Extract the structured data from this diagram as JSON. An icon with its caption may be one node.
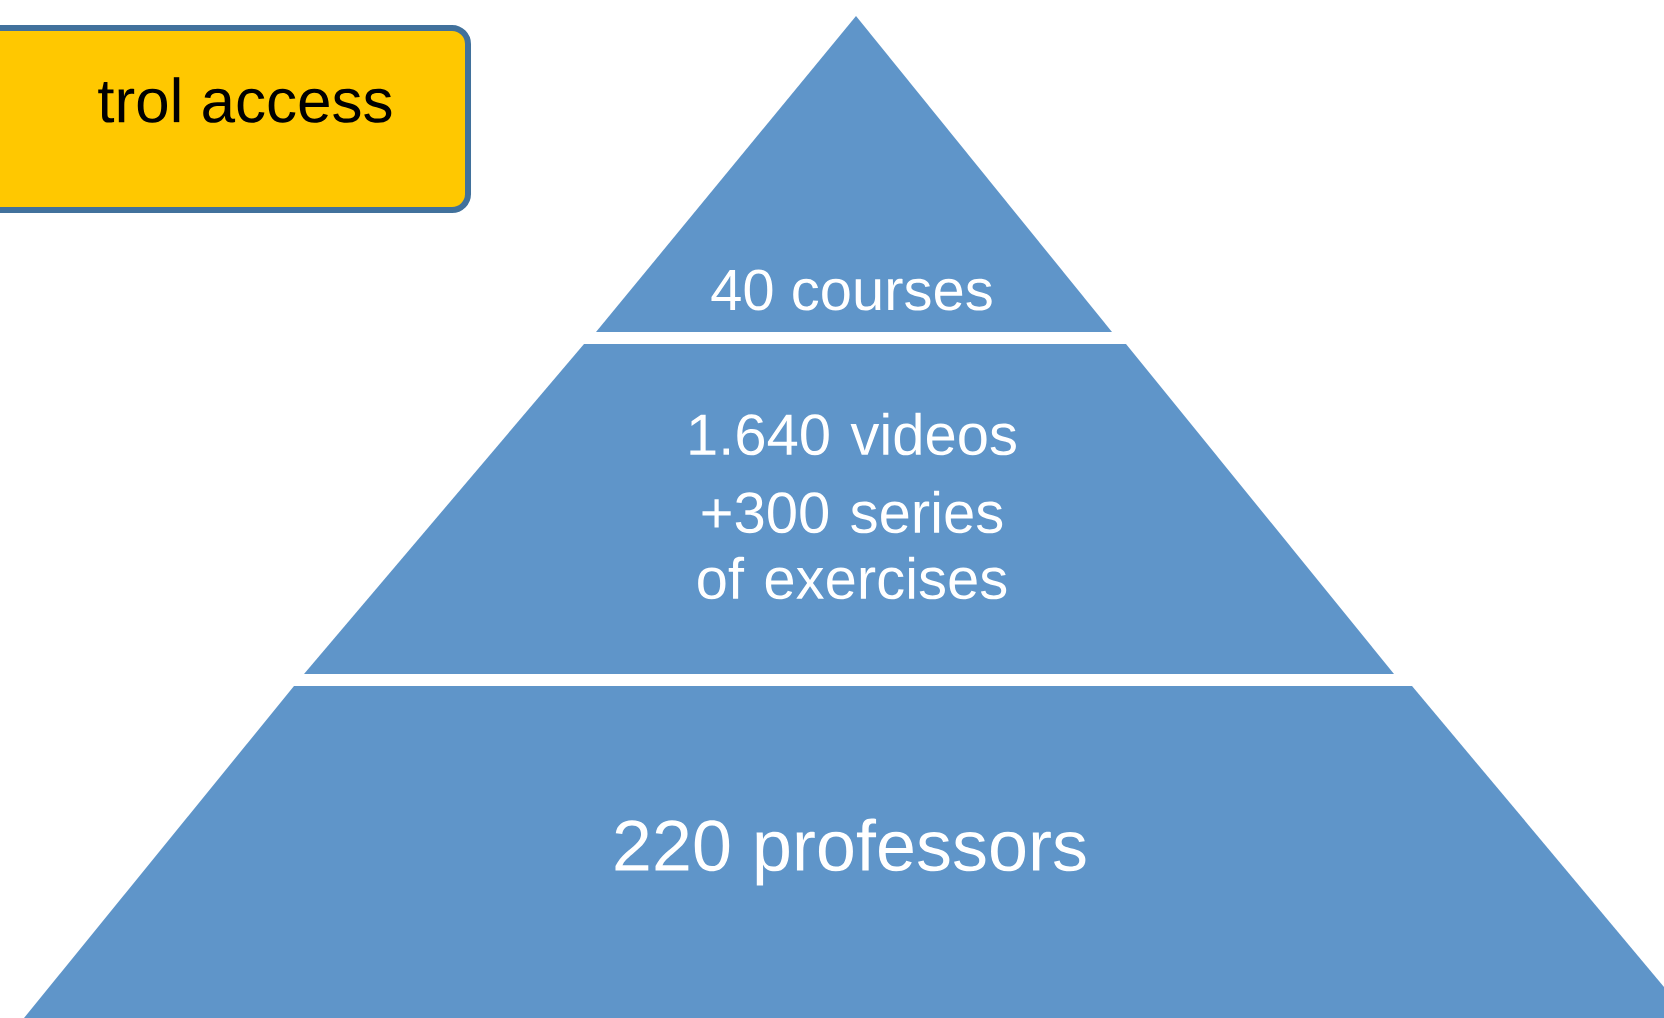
{
  "diagram": {
    "nodes": [
      {
        "text": [
          "trol access"
        ]
      },
      {
        "text": [
          "40 courses"
        ]
      },
      {
        "text": [
          "1.640 videos",
          "+300 series of exercises"
        ]
      },
      {
        "text": [
          "220 professors"
        ]
      }
    ]
  }
}
